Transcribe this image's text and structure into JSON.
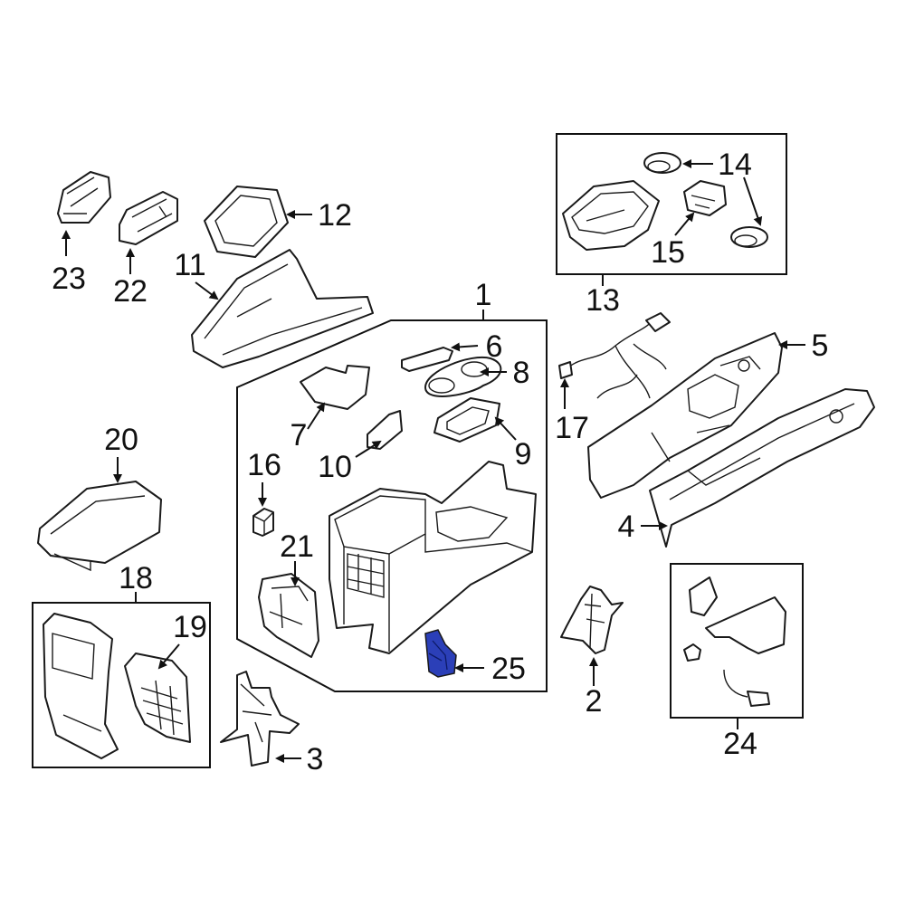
{
  "diagram": {
    "type": "exploded-parts-diagram",
    "highlight_color": "#2b3fb8",
    "line_color": "#1a1a1a",
    "highlighted_callout": "25",
    "callouts": {
      "c1": "1",
      "c2": "2",
      "c3": "3",
      "c4": "4",
      "c5": "5",
      "c6": "6",
      "c7": "7",
      "c8": "8",
      "c9": "9",
      "c10": "10",
      "c11": "11",
      "c12": "12",
      "c13": "13",
      "c14": "14",
      "c15": "15",
      "c16": "16",
      "c17": "17",
      "c18": "18",
      "c19": "19",
      "c20": "20",
      "c21": "21",
      "c22": "22",
      "c23": "23",
      "c24": "24",
      "c25": "25"
    }
  }
}
